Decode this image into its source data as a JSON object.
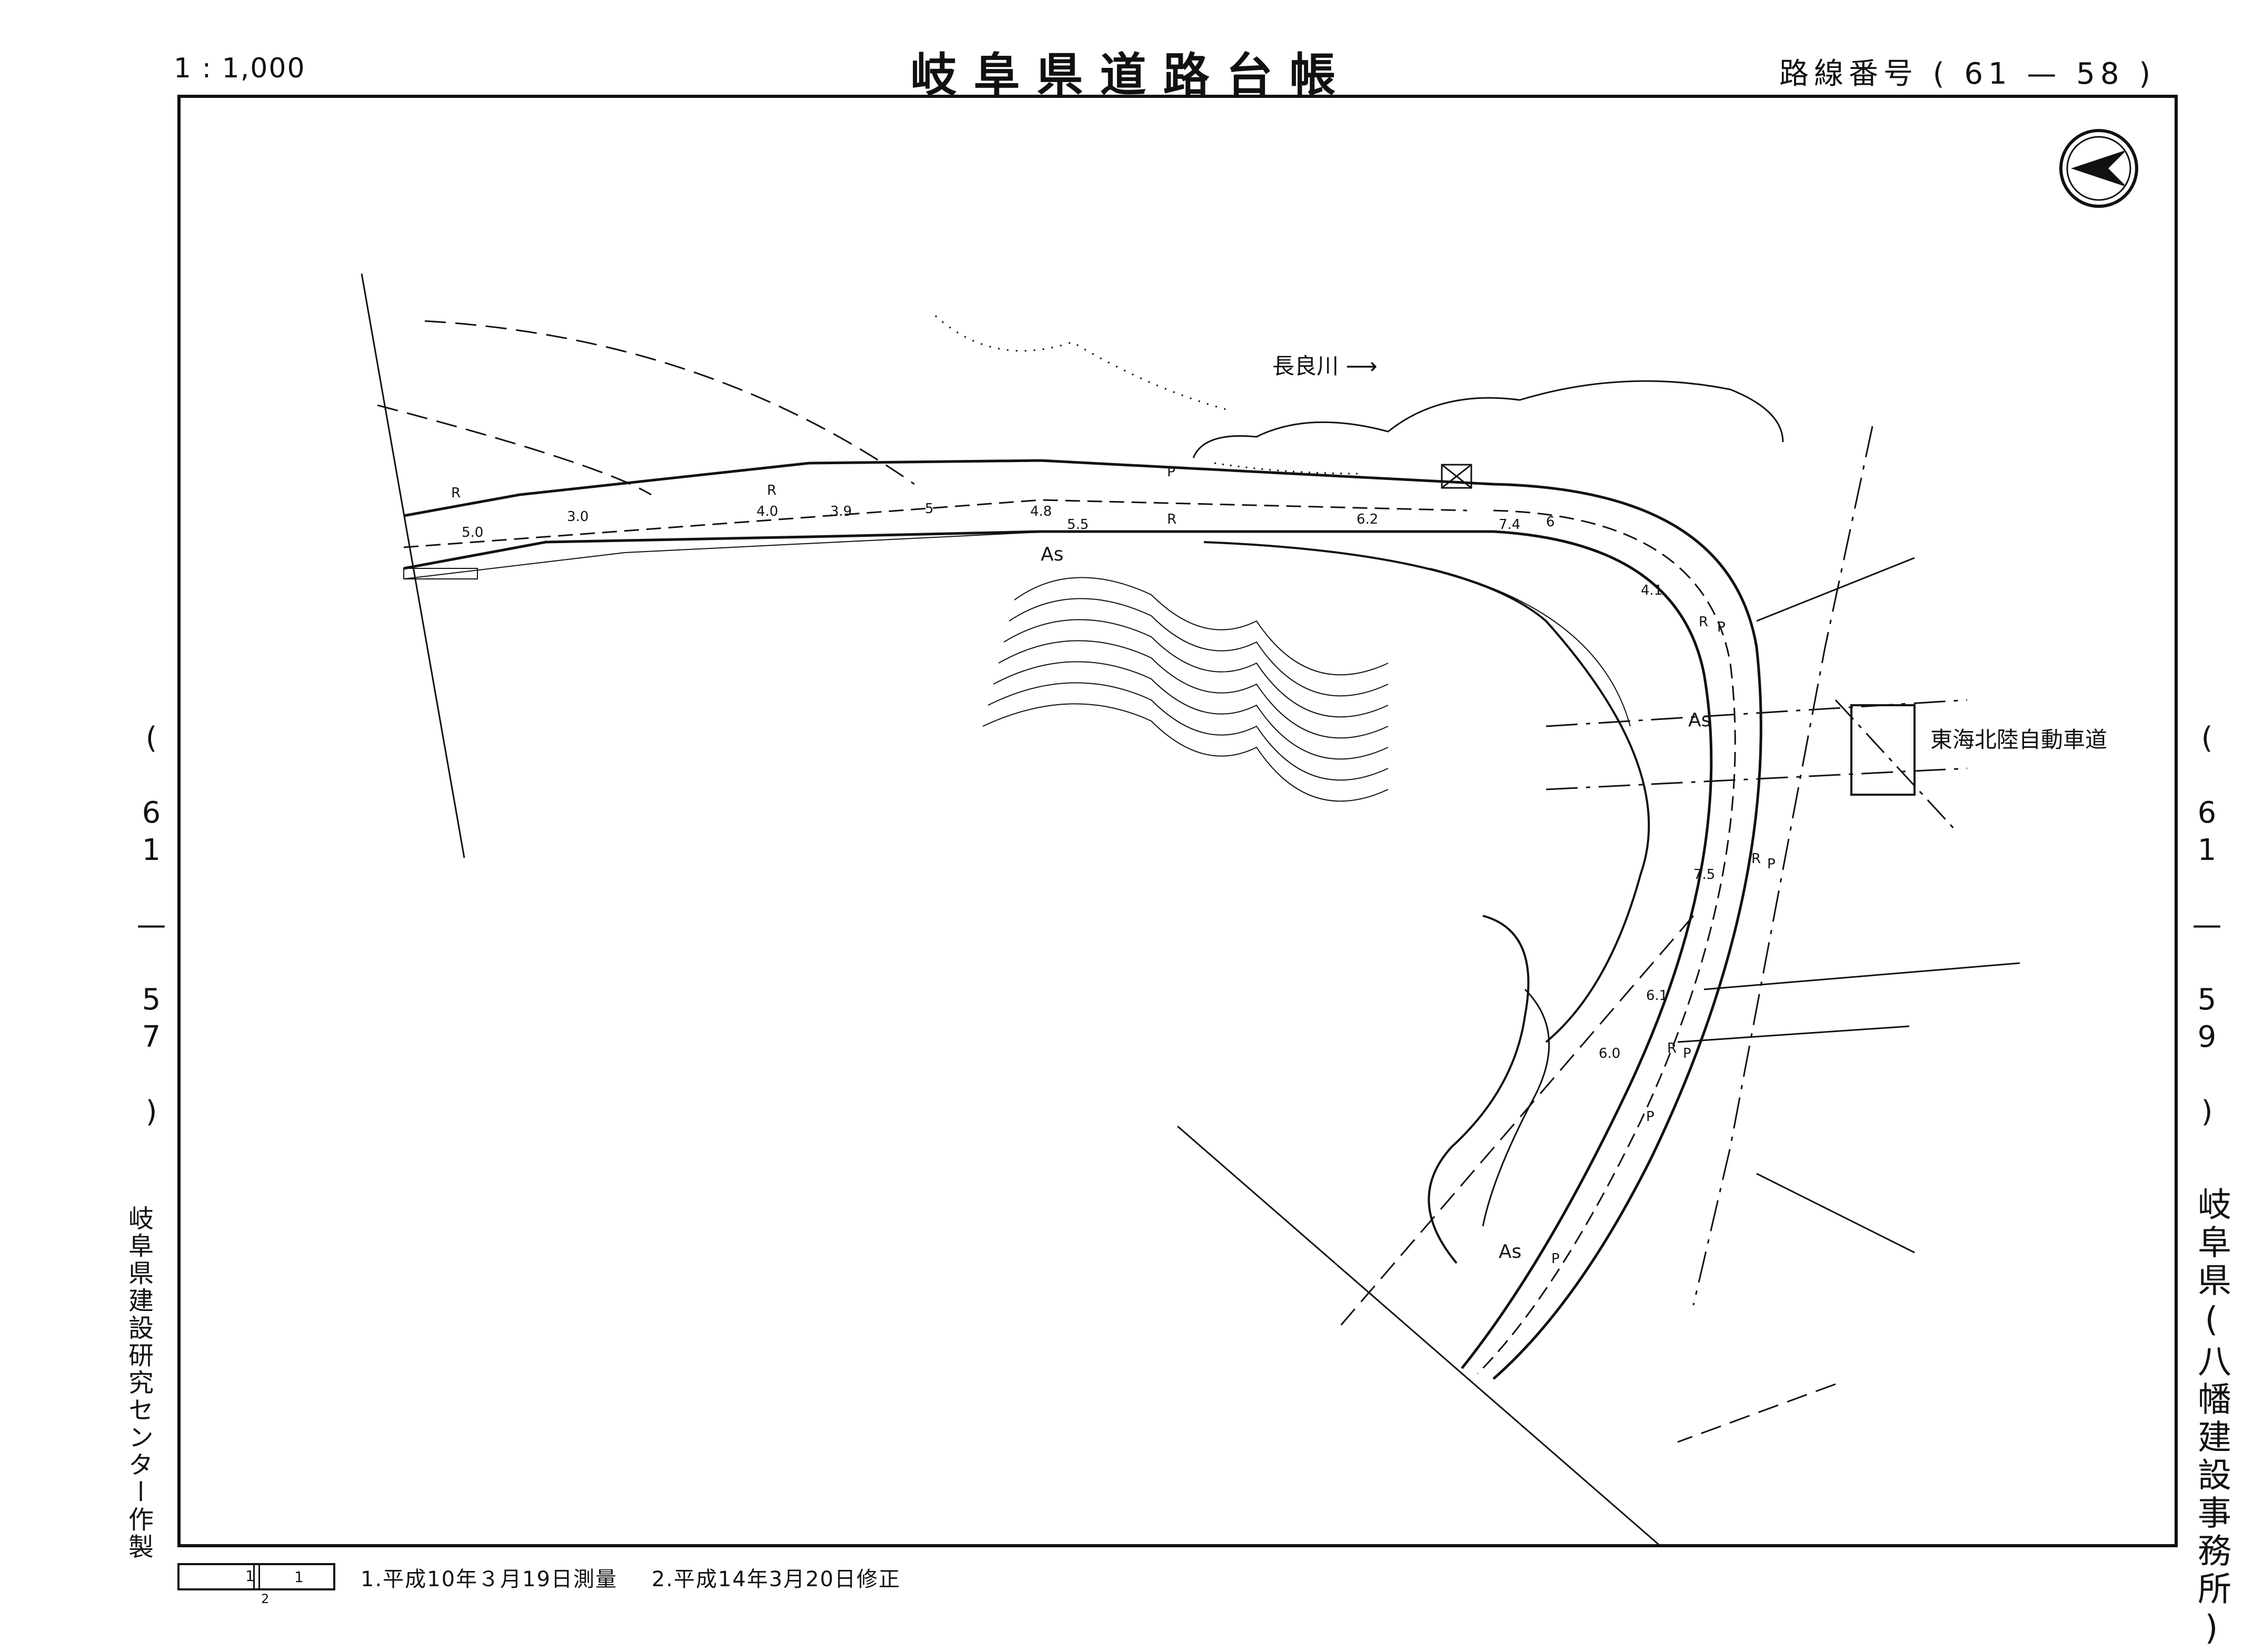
{
  "header": {
    "scale": "1 : 1,000",
    "title": "岐阜県道路台帳",
    "route_number": "路線番号 ( 61 — 58 )"
  },
  "margins": {
    "adjacent_left": "( 61 — 57 )",
    "adjacent_right": "( 61 — 59 )",
    "maker": "岐阜県建設研究センター作製",
    "office": "岐阜県(八幡建設事務所)"
  },
  "map": {
    "river_label": "長良川 ⟶",
    "expressway_label": "東海北陸自動車道",
    "surface_labels": [
      "As",
      "As",
      "As"
    ],
    "width_labels": [
      "5.0",
      "3.0",
      "4.0",
      "3.9",
      "5",
      "4.8",
      "5.5",
      "6.2",
      "7.4",
      "6",
      "4.1",
      "7.5",
      "6.1",
      "6.0"
    ],
    "symbol_labels": [
      "R",
      "R",
      "P",
      "R",
      "R",
      "P",
      "R",
      "P",
      "R",
      "P",
      "P",
      "P"
    ],
    "north_arrow": "north-arrow-icon"
  },
  "key_map": {
    "cells": [
      "1",
      "1"
    ],
    "sub": "2"
  },
  "footer": {
    "history": [
      "1.平成10年３月19日測量",
      "2.平成14年3月20日修正"
    ]
  },
  "colors": {
    "line": "#111111",
    "background": "#ffffff"
  }
}
